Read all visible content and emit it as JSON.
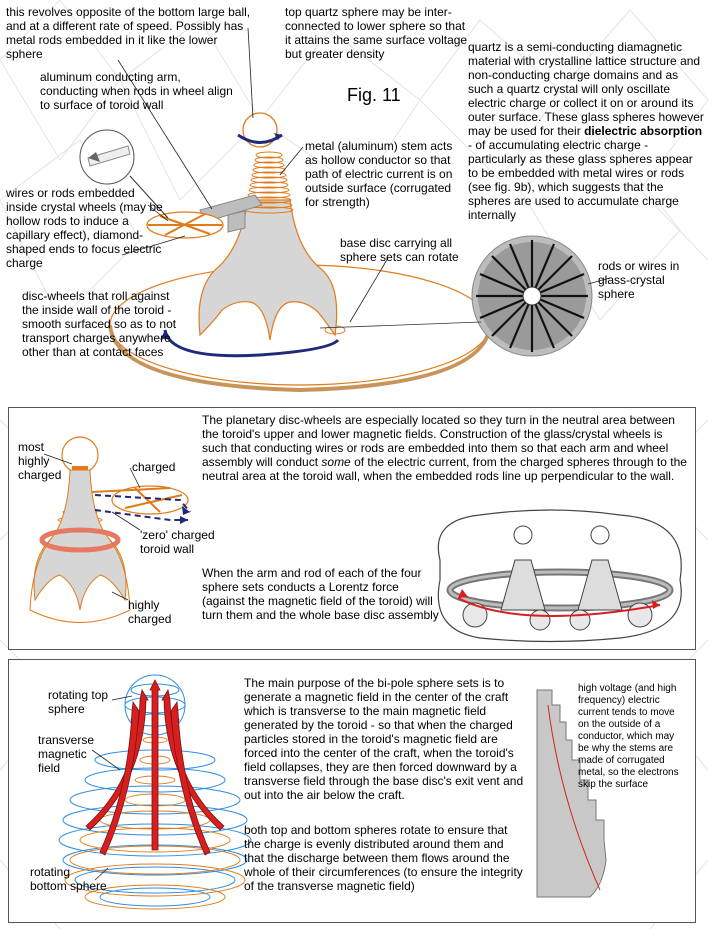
{
  "top": {
    "fig_label": "Fig. 11",
    "note_top_left": "this revolves opposite of the bottom large ball, and at a different rate of speed. Possibly has metal rods embedded in it like the lower sphere",
    "note_top_quartz": "top quartz sphere may be inter-connected to lower sphere so that it attains the same surface voltage but greater density",
    "note_arm": "aluminum conducting arm, conducting when rods in wheel align to surface of toroid wall",
    "note_stem": "metal (aluminum) stem acts as hollow conductor so that path of electric current is on outside surface (corrugated for strength)",
    "note_quartz_pre": "quartz is a semi-conducting diamagnetic material with crystalline lattice structure and non-conducting charge domains and as such a quartz crystal will only oscillate electric charge or collect it on or around its outer surface. These glass spheres however may be used for their",
    "note_quartz_bold": "dielectric absorption",
    "note_quartz_post": "- of accumulating electric charge - particularly as these glass spheres appear to be embedded with metal wires or rods (see fig. 9b), which suggests that the spheres are used to accumulate charge internally",
    "note_wires": "wires or rods embedded inside crystal wheels (may be hollow rods to induce a capillary effect), diamond-shaped ends to focus electric charge",
    "note_base": "base disc carrying all sphere sets can rotate",
    "note_rods": "rods or wires in glass-crystal sphere",
    "note_discwheels": "disc-wheels that roll against the inside wall of the toroid - smooth surfaced so as to not transport charges anywhere other than at contact faces"
  },
  "middle": {
    "label_most": "most highly charged",
    "label_charged": "charged",
    "label_zero": "'zero' charged toroid wall",
    "label_highly": "highly charged",
    "p1_a": "The planetary disc-wheels are especially located so they turn in the neutral area between the toroid's upper and lower magnetic fields. Construction of the glass/crystal wheels is such that conducting wires or rods are embedded into them so that each arm and wheel assembly will conduct",
    "p1_italic": "some",
    "p1_b": "of the electric current, from the charged spheres through to the neutral area at the toroid wall, when the embedded rods line up perpendicular to the wall.",
    "p2": "When the arm and rod of each of the four sphere sets conducts a Lorentz force (against the magnetic field of the toroid) will turn them and the whole base disc assembly"
  },
  "bottom": {
    "label_top_sphere": "rotating top sphere",
    "label_transverse": "transverse magnetic field",
    "label_bottom_sphere": "rotating bottom sphere",
    "p1": "The main purpose of the bi-pole sphere sets is to generate a magnetic field in the center of the craft which is transverse to the main magnetic field generated by the toroid - so that when the charged particles stored in the toroid's magnetic field are forced into the center of the craft, when the toroid's field collapses, they are then forced downward by a transverse field through the base disc's exit vent and out into the air below the craft.",
    "p2": "both top and bottom spheres rotate to ensure that the charge is evenly distributed around them and that the discharge between them flows around the whole of their circumferences (to ensure the integrity of the transverse magnetic field)",
    "side_note": "high voltage (and high frequency) electric current tends to move on the outside of a conductor, which may be why the stems are made of corrugated metal, so the electrons skip the surface"
  },
  "colors": {
    "orange": "#e07b1a",
    "navy": "#1f2a7a",
    "red": "#d81f1f",
    "blue": "#2f8fe0",
    "grey": "#cfcfcf"
  }
}
